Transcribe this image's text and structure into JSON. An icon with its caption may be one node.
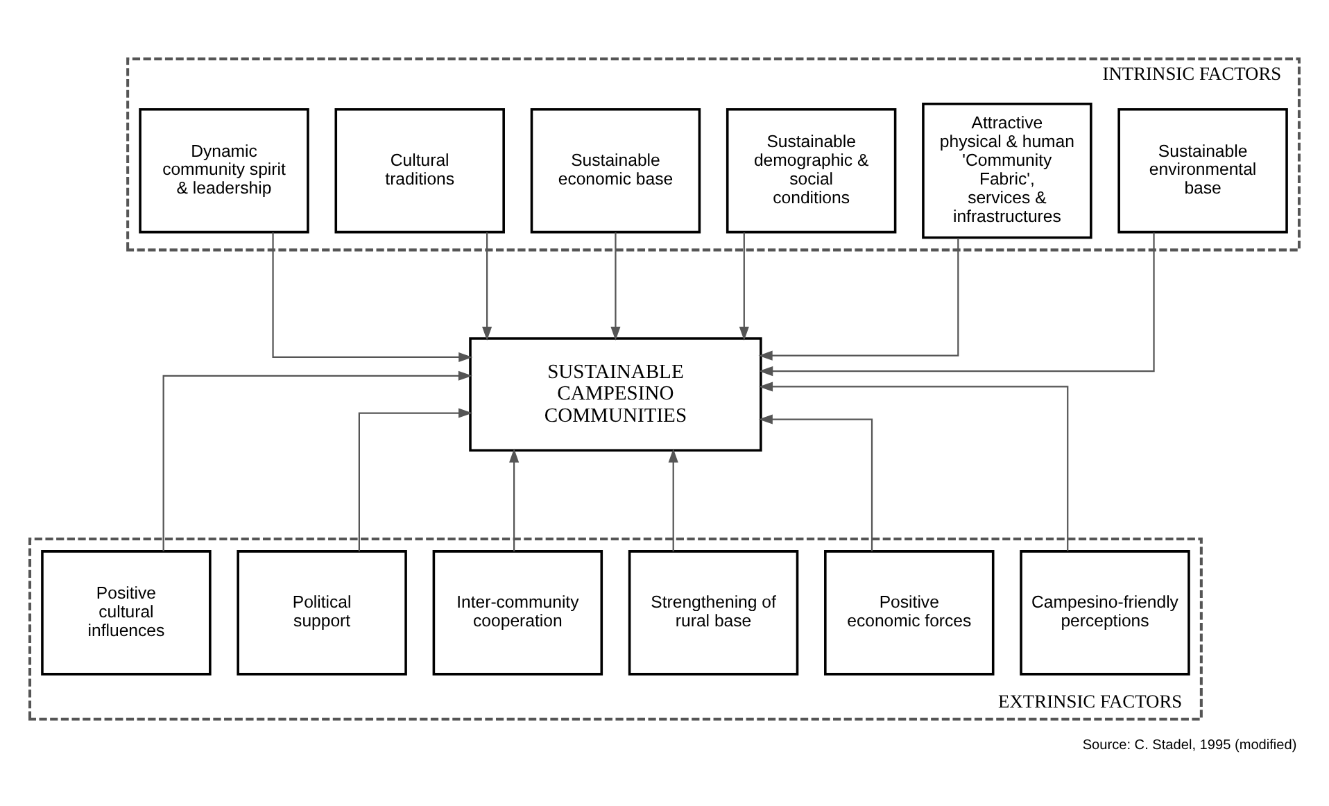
{
  "diagram": {
    "caption": "Source: C. Stadel, 1995 (modified)",
    "nodes": [
      {
        "text": [
          "INTRINSIC FACTORS"
        ]
      },
      {
        "text": [
          "Sustainable environmental base"
        ],
        "in": 0
      },
      {
        "text": [
          "Attractive physical & human 'Community Fabric', services & infrastructures"
        ],
        "in": 0
      },
      {
        "text": [
          "Sustainable demographic & social conditions"
        ],
        "in": 0
      },
      {
        "text": [
          "Sustainable economic base"
        ],
        "in": 0
      },
      {
        "text": [
          "Cultural traditions"
        ],
        "in": 0
      },
      {
        "text": [
          "Dynamic community spirit & leadership"
        ],
        "in": 0
      },
      {
        "text": [
          "SUSTAINABLE CAMPESINO COMMUNITIES"
        ]
      },
      {
        "text": [
          "EXTRINSIC FACTORS"
        ]
      },
      {
        "text": [
          "Campesino-friendly perceptions"
        ],
        "in": 8
      },
      {
        "text": [
          "Positive economic forces"
        ],
        "in": 8
      },
      {
        "text": [
          "Strengthening of rural base"
        ],
        "in": 8
      },
      {
        "text": [
          "Inter-community cooperation"
        ],
        "in": 8
      },
      {
        "text": [
          "Political support"
        ],
        "in": 8
      },
      {
        "text": [
          "Positive cultural influences"
        ],
        "in": 8
      }
    ],
    "edges": [
      {
        "from": 1,
        "to": 7,
        "arrow": "to"
      },
      {
        "from": 2,
        "to": 7,
        "arrow": "to"
      },
      {
        "from": 3,
        "to": 7,
        "arrow": "to"
      },
      {
        "from": 4,
        "to": 7,
        "arrow": "to"
      },
      {
        "from": 5,
        "to": 7,
        "arrow": "to"
      },
      {
        "from": 6,
        "to": 7,
        "arrow": "to"
      },
      {
        "from": 9,
        "to": 7,
        "arrow": "to"
      },
      {
        "from": 10,
        "to": 7,
        "arrow": "to"
      },
      {
        "from": 11,
        "to": 7,
        "arrow": "to"
      },
      {
        "from": 12,
        "to": 7,
        "arrow": "to"
      },
      {
        "from": 13,
        "to": 7,
        "arrow": "to"
      },
      {
        "from": 14,
        "to": 7,
        "arrow": "to"
      }
    ]
  }
}
